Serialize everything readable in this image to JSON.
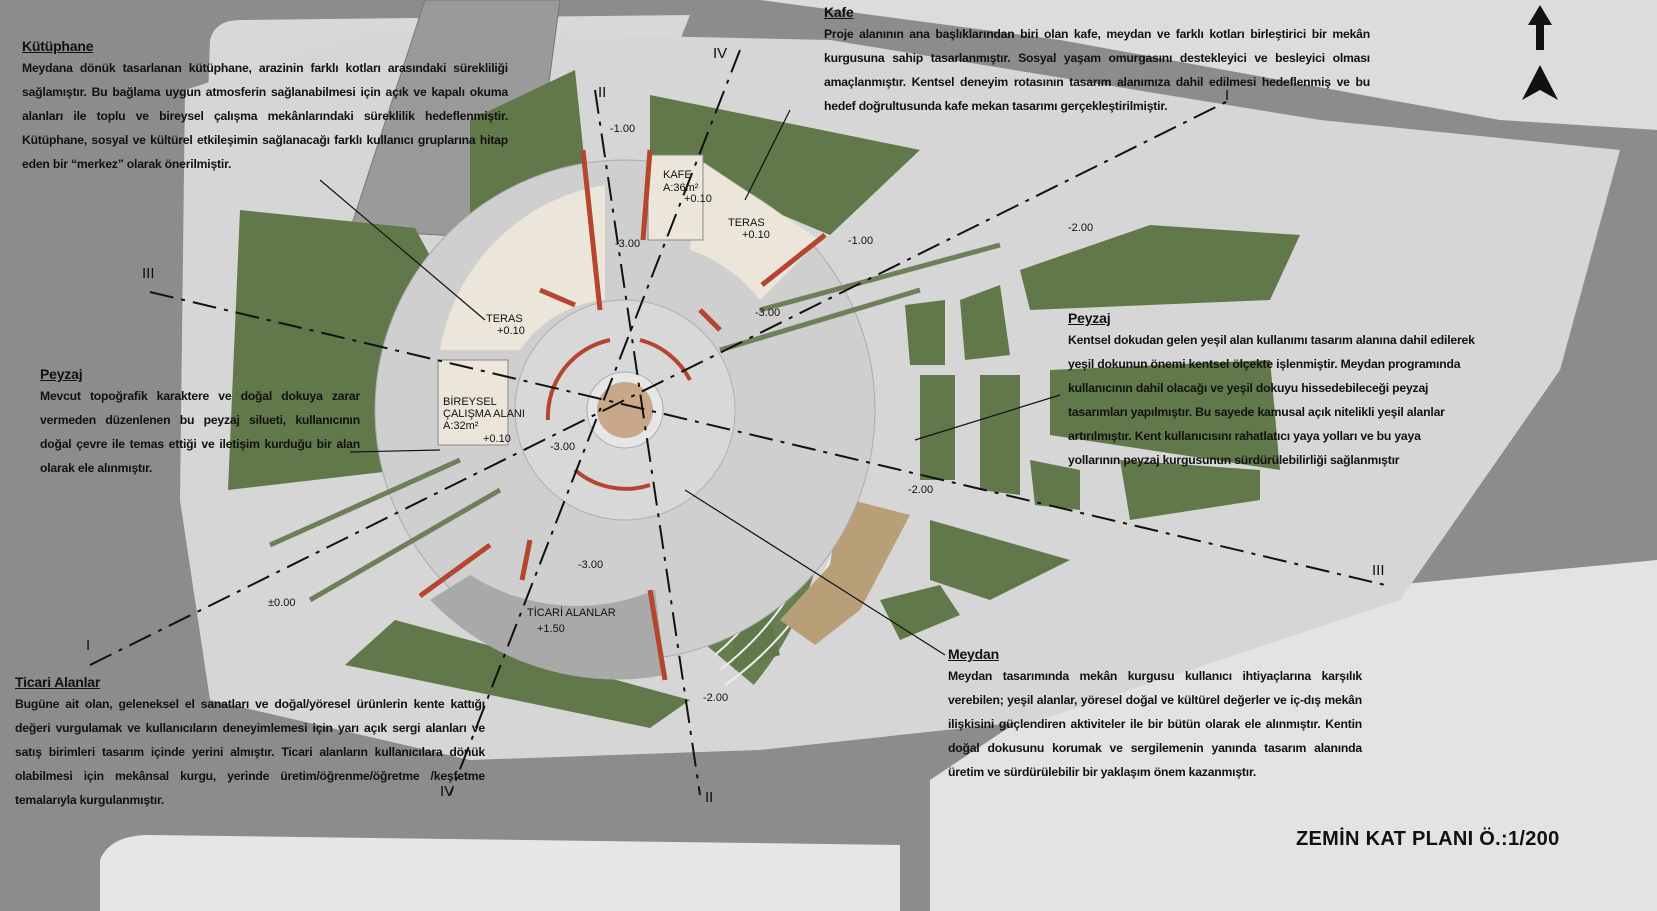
{
  "title": "ZEMİN KAT PLANI Ö.:1/200",
  "colors": {
    "road": "#8c8c8c",
    "site": "#d6d6d6",
    "green": "#61794a",
    "terrace": "#ece6da",
    "wood": "#b89f78",
    "plaza": "#cfcfcf",
    "accent": "#b5452f",
    "center": "#c8a888"
  },
  "sections": {
    "kutuphane": {
      "heading": "Kütüphane",
      "body": "Meydana dönük tasarlanan kütüphane, arazinin farklı kotları arasındaki sürekliliği sağlamıştır.  Bu bağlama uygun atmosferin sağlanabilmesi için açık ve kapalı okuma alanları ile toplu ve bireysel çalışma mekânlarındaki süreklilik hedeflenmiştir. Kütüphane, sosyal ve kültürel etkileşimin sağlanacağı farklı kullanıcı gruplarına hitap eden bir “merkez” olarak önerilmiştir."
    },
    "kafe": {
      "heading": "Kafe",
      "body": "Proje alanının ana başlıklarından biri olan kafe, meydan ve farklı kotları birleştirici bir mekân kurgusuna sahip tasarlanmıştır. Sosyal yaşam omurgasını destekleyici ve besleyici olması amaçlanmıştır. Kentsel deneyim rotasının tasarım alanımıza dahil edilmesi hedeflenmiş ve bu hedef doğrultusunda kafe mekan tasarımı gerçekleştirilmiştir."
    },
    "peyzaj_left": {
      "heading": "Peyzaj",
      "body": "Mevcut topoğrafik karaktere ve doğal dokuya zarar vermeden düzenlenen bu peyzaj silueti, kullanıcının doğal çevre ile temas ettiği ve iletişim kurduğu bir alan olarak ele alınmıştır."
    },
    "peyzaj_right": {
      "heading": "Peyzaj",
      "body": "Kentsel dokudan gelen yeşil alan kullanımı tasarım alanına dahil edilerek yeşil dokunun önemi kentsel ölçekte işlenmiştir. Meydan programında kullanıcının dahil olacağı ve yeşil dokuyu hissedebileceği peyzaj tasarımları yapılmıştır. Bu sayede kamusal açık nitelikli yeşil alanlar artırılmıştır. Kent kullanıcısını rahatlatıcı yaya yolları ve bu yaya yollarının peyzaj kurgusunun sürdürülebilirliği sağlanmıştır"
    },
    "ticari": {
      "heading": "Ticari Alanlar",
      "body": "Bugüne ait olan, geleneksel el sanatları ve doğal/yöresel ürünlerin kente kattığı değeri vurgulamak ve kullanıcıların deneyimlemesi için yarı açık sergi alanları ve satış birimleri tasarım içinde yerini almıştır. Ticari alanların kullanıcılara dönük olabilmesi için mekânsal kurgu, yerinde üretim/öğrenme/öğretme /keşfetme temalarıyla kurgulanmıştır."
    },
    "meydan": {
      "heading": "Meydan",
      "body": "Meydan tasarımında mekân kurgusu kullanıcı ihtiyaçlarına karşılık verebilen; yeşil alanlar, yöresel doğal ve kültürel değerler ve iç-dış mekân ilişkisini güçlendiren aktiviteler ile bir bütün olarak ele alınmıştır. Kentin doğal dokusunu korumak ve sergilemenin yanında tasarım alanında üretim ve sürdürülebilir bir yaklaşım önem kazanmıştır."
    }
  },
  "plan_labels": {
    "kafe_name": "KAFE",
    "kafe_area": "A:36m²",
    "kafe_level": "+0.10",
    "teras1_name": "TERAS",
    "teras1_level": "+0.10",
    "teras2_name": "TERAS",
    "teras2_level": "+0.10",
    "bireysel_name1": "BİREYSEL",
    "bireysel_name2": "ÇALIŞMA ALANI",
    "bireysel_area": "A:32m²",
    "bireysel_level": "+0.10",
    "ticari_name": "TİCARİ ALANLAR",
    "ticari_level": "+1.50"
  },
  "elevations": [
    "-1.00",
    "-3.00",
    "-3.00",
    "-1.00",
    "-2.00",
    "-3.00",
    "-3.00",
    "±0.00",
    "-2.00",
    "-2.00"
  ],
  "section_marks": {
    "s1a": "I",
    "s1b": "I",
    "s2a": "II",
    "s2b": "II",
    "s3a": "III",
    "s3b": "III",
    "s4a": "IV",
    "s4b": "IV"
  }
}
